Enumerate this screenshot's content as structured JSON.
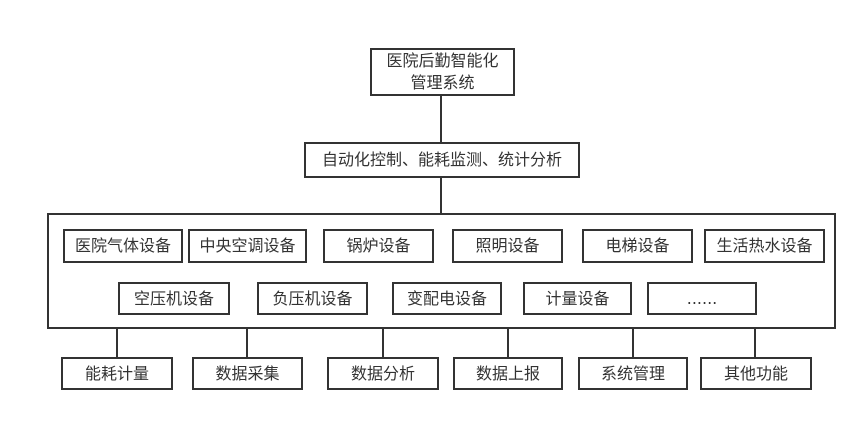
{
  "colors": {
    "line": "#333333",
    "text": "#333333",
    "background": "#ffffff"
  },
  "tree": {
    "root": {
      "line1": "医院后勤智能化",
      "line2": "管理系统"
    },
    "level2": {
      "label": "自动化控制、能耗监测、统计分析"
    },
    "equipment": {
      "row1": [
        {
          "label": "医院气体设备"
        },
        {
          "label": "中央空调设备"
        },
        {
          "label": "锅炉设备"
        },
        {
          "label": "照明设备"
        },
        {
          "label": "电梯设备"
        },
        {
          "label": "生活热水设备"
        }
      ],
      "row2": [
        {
          "label": "空压机设备"
        },
        {
          "label": "负压机设备"
        },
        {
          "label": "变配电设备"
        },
        {
          "label": "计量设备"
        },
        {
          "label": "......"
        }
      ]
    },
    "functions": [
      {
        "label": "能耗计量"
      },
      {
        "label": "数据采集"
      },
      {
        "label": "数据分析"
      },
      {
        "label": "数据上报"
      },
      {
        "label": "系统管理"
      },
      {
        "label": "其他功能"
      }
    ]
  }
}
